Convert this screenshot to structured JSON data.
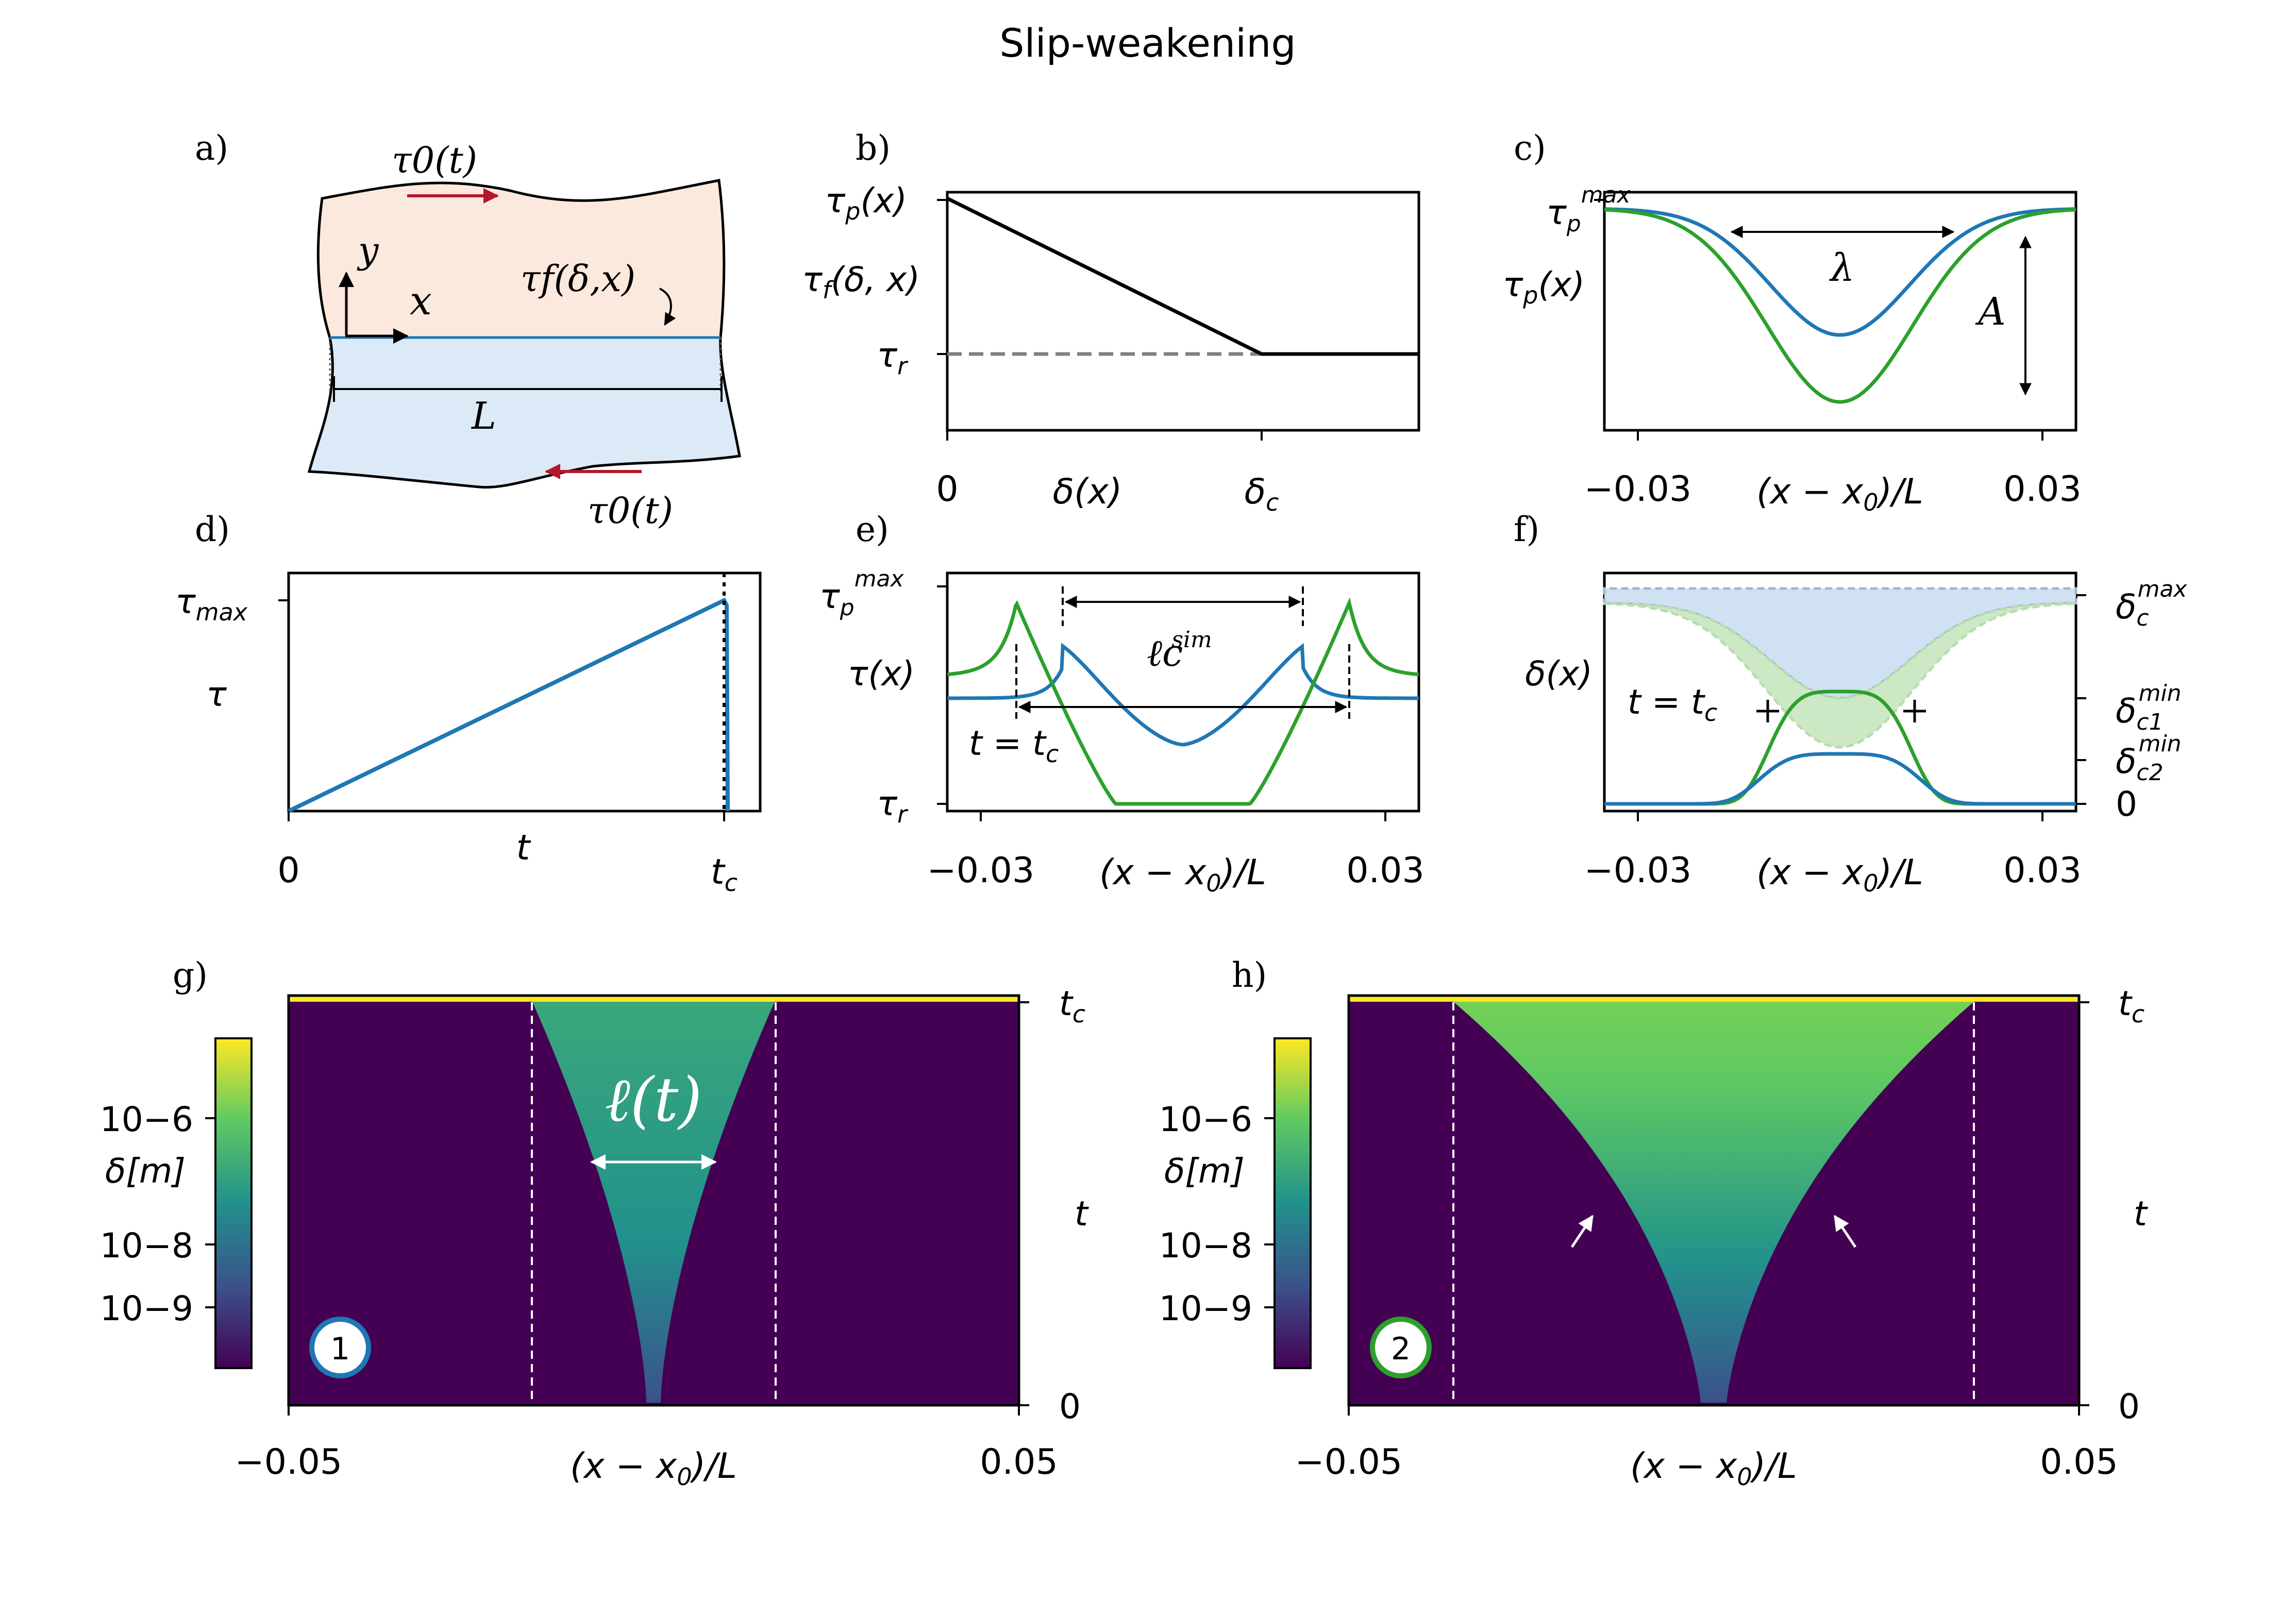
{
  "title": "Slip-weakening",
  "colors": {
    "blue": "#1f77b4",
    "green": "#2ca02c",
    "gray": "#808080",
    "red": "#b2182b"
  },
  "panels": {
    "a": {
      "label": "a)",
      "tau0_top": "τ0(t)",
      "tau0_bottom": "τ0(t)",
      "y": "y",
      "x": "x",
      "tauf": "τf(δ,x)",
      "L": "L"
    },
    "b": {
      "label": "b)"
    },
    "c": {
      "label": "c)",
      "lambda": "λ",
      "A": "A"
    },
    "d": {
      "label": "d)"
    },
    "e": {
      "label": "e)",
      "lc": "ℓc",
      "lc_sup": "sim",
      "ttc": "t = tc"
    },
    "f": {
      "label": "f)",
      "ttc": "t = tc"
    },
    "g": {
      "label": "g)",
      "ell": "ℓ(t)",
      "badge": "1",
      "cbar_label": "δ[m]",
      "cbar_ticks": [
        "10−6",
        "10−8",
        "10−9"
      ]
    },
    "h": {
      "label": "h)",
      "badge": "2",
      "cbar_label": "δ[m]",
      "cbar_ticks": [
        "10−6",
        "10−8",
        "10−9"
      ]
    }
  },
  "chart_data": [
    {
      "panel": "b",
      "type": "line",
      "xlabel": "δ(x)",
      "ylabel": "τf(δ,x)",
      "xticks": [
        "0",
        "δc"
      ],
      "yticks": [
        "τp(x)",
        "τr"
      ],
      "x": [
        0,
        1,
        1.5
      ],
      "y": [
        1,
        0,
        0
      ],
      "residual": 0
    },
    {
      "panel": "c",
      "type": "line",
      "xlabel": "(x − x0)/L",
      "ylabel": "τp(x)",
      "xticks": [
        "−0.03",
        "0.03"
      ],
      "yticks": [
        "τp max"
      ],
      "xlim": [
        -0.035,
        0.035
      ],
      "series": [
        {
          "color": "blue",
          "amplitude": 0.55
        },
        {
          "color": "green",
          "amplitude": 1.0
        }
      ]
    },
    {
      "panel": "d",
      "type": "line",
      "xlabel": "t",
      "ylabel": "τ",
      "xticks": [
        "0",
        "tc"
      ],
      "yticks": [
        "τmax"
      ],
      "x": [
        0,
        1
      ],
      "y": [
        0,
        1
      ]
    },
    {
      "panel": "e",
      "type": "line",
      "xlabel": "(x − x0)/L",
      "ylabel": "τ(x)",
      "xticks": [
        "−0.03",
        "0.03"
      ],
      "yticks": [
        "τp max",
        "τr"
      ],
      "xlim": [
        -0.035,
        0.035
      ],
      "series": [
        {
          "color": "blue",
          "peak_x": 0.021
        },
        {
          "color": "green",
          "peak_x": 0.026
        }
      ]
    },
    {
      "panel": "f",
      "type": "area",
      "xlabel": "(x − x0)/L",
      "ylabel": "δ(x)",
      "xticks": [
        "−0.03",
        "0.03"
      ],
      "xlim": [
        -0.035,
        0.035
      ],
      "yticks_right": [
        "δc max",
        "δc1 min",
        "δc2 min",
        "0"
      ]
    },
    {
      "panel": "g",
      "type": "heatmap",
      "xlabel": "(x − x0)/L",
      "ylabel": "t",
      "xticks": [
        "−0.05",
        "0.05"
      ],
      "yticks": [
        "tc",
        "0"
      ],
      "xlim": [
        -0.05,
        0.05
      ],
      "dashed_x": [
        -0.0167,
        0.0167
      ]
    },
    {
      "panel": "h",
      "type": "heatmap",
      "xlabel": "(x − x0)/L",
      "ylabel": "t",
      "xticks": [
        "−0.05",
        "0.05"
      ],
      "yticks": [
        "tc",
        "0"
      ],
      "xlim": [
        -0.05,
        0.05
      ],
      "dashed_x": [
        -0.0355,
        0.0355
      ]
    }
  ]
}
